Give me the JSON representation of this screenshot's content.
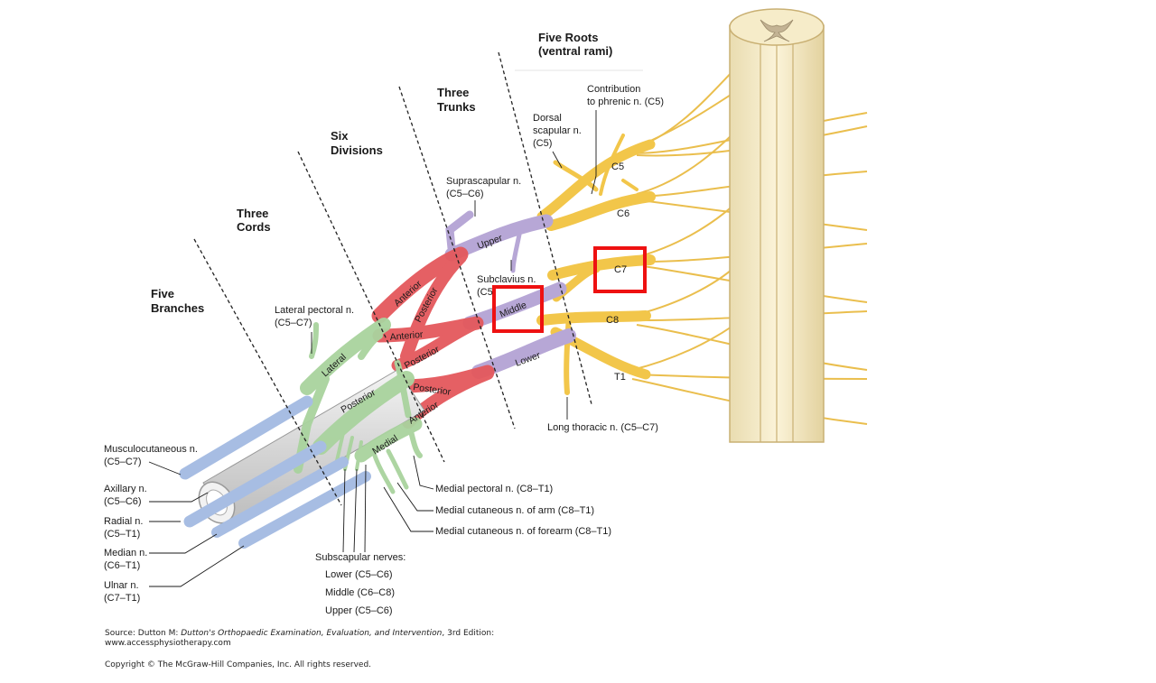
{
  "headings": {
    "five_roots": [
      "Five Roots",
      "(ventral rami)"
    ],
    "three_trunks": [
      "Three",
      "Trunks"
    ],
    "six_divisions": [
      "Six",
      "Divisions"
    ],
    "three_cords": [
      "Three",
      "Cords"
    ],
    "five_branches": [
      "Five",
      "Branches"
    ]
  },
  "roots": [
    "C5",
    "C6",
    "C7",
    "C8",
    "T1"
  ],
  "trunks": {
    "upper": "Upper",
    "middle": "Middle",
    "lower": "Lower"
  },
  "divisions": {
    "upper_anterior": "Anterior",
    "upper_posterior": "Posterior",
    "middle_anterior": "Anterior",
    "middle_posterior": "Posterior",
    "lower_posterior": "Posterior",
    "lower_anterior": "Anterior"
  },
  "cords": {
    "lateral": "Lateral",
    "posterior": "Posterior",
    "medial": "Medial"
  },
  "nerve_labels": {
    "phrenic": [
      "Contribution",
      "to phrenic n. (C5)"
    ],
    "dorsal_scapular": [
      "Dorsal",
      "scapular n.",
      "(C5)"
    ],
    "suprascapular": [
      "Suprascapular n.",
      "(C5–C6)"
    ],
    "subclavius": [
      "Subclavius n.",
      "(C5"
    ],
    "lateral_pectoral": [
      "Lateral pectoral n.",
      "(C5–C7)"
    ],
    "long_thoracic": "Long thoracic n. (C5–C7)",
    "medial_pectoral": "Medial pectoral n. (C8–T1)",
    "medial_cut_arm": "Medial cutaneous n. of arm (C8–T1)",
    "medial_cut_forearm": "Medial cutaneous n. of forearm (C8–T1)",
    "subscapular": [
      "Subscapular nerves:",
      "Lower (C5–C6)",
      "Middle (C6–C8)",
      "Upper (C5–C6)"
    ]
  },
  "branches": [
    [
      "Musculocutaneous n.",
      "(C5–C7)"
    ],
    [
      "Axillary n.",
      "(C5–C6)"
    ],
    [
      "Radial n.",
      "(C5–T1)"
    ],
    [
      "Median n.",
      "(C6–T1)"
    ],
    [
      "Ulnar n.",
      "(C7–T1)"
    ]
  ],
  "footer": {
    "source_prefix": "Source: Dutton M: ",
    "source_title": "Dutton's Orthopaedic Examination, Evaluation, and Intervention",
    "source_suffix": ", 3rd Edition:",
    "url": "www.accessphysiotherapy.com",
    "copyright": "Copyright © The McGraw-Hill Companies, Inc. All rights reserved."
  },
  "colors": {
    "roots": "#f2c64a",
    "trunks": "#b7a7d6",
    "divisions": "#e4585c",
    "cords": "#a9d39e",
    "branches": "#a7bde3",
    "artery": "#dcdcdc",
    "highlight": "#ee1111"
  },
  "highlights": [
    "C7 root",
    "Middle trunk"
  ]
}
